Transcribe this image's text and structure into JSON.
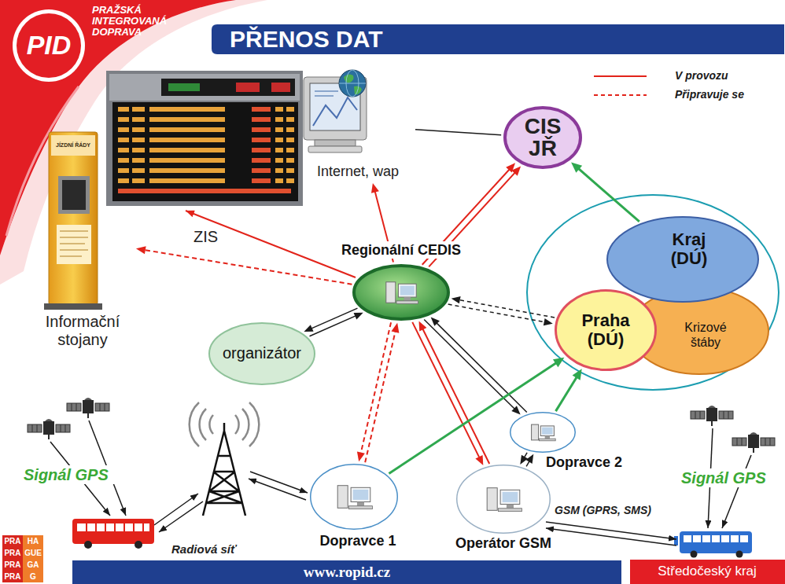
{
  "diagram": {
    "title": "PŘENOS DAT",
    "nodes": [
      {
        "text": [
          "Internet, wap"
        ]
      },
      {
        "text": [
          "CIS JŘ"
        ]
      },
      {
        "text": [
          "Regionální CEDIS"
        ]
      },
      {
        "text": [
          "Kraj (DÚ)"
        ]
      },
      {
        "text": [
          "Praha (DÚ)"
        ]
      },
      {
        "text": [
          "Krizové štáby"
        ]
      },
      {
        "text": [
          "Informační stojany"
        ]
      },
      {
        "text": [
          "organizátor"
        ]
      },
      {
        "text": [
          "Dopravce 2"
        ]
      },
      {
        "text": [
          "Dopravce 1"
        ]
      },
      {
        "text": [
          "Operátor GSM"
        ]
      }
    ],
    "edges": [
      {
        "from": 0,
        "to": 1,
        "arrow": "none"
      },
      {
        "from": 2,
        "to": 0,
        "arrow": "to"
      },
      {
        "from": 2,
        "to": 1,
        "arrow": "to"
      },
      {
        "from": 2,
        "to": 1,
        "arrow": "to"
      },
      {
        "from": 2,
        "to": 6,
        "arrow": "to"
      },
      {
        "from": 2,
        "to": 7,
        "arrow": "to"
      },
      {
        "from": 7,
        "to": 2,
        "arrow": "to"
      },
      {
        "from": 2,
        "to": 4,
        "arrow": "to"
      },
      {
        "from": 4,
        "to": 2,
        "arrow": "to"
      },
      {
        "from": 3,
        "to": 1,
        "arrow": "to"
      },
      {
        "from": 2,
        "to": 9,
        "arrow": "to"
      },
      {
        "from": 9,
        "to": 2,
        "arrow": "to"
      },
      {
        "from": 2,
        "to": 10,
        "arrow": "to"
      },
      {
        "from": 10,
        "to": 2,
        "arrow": "to"
      },
      {
        "from": 2,
        "to": 8,
        "arrow": "to"
      },
      {
        "from": 8,
        "to": 2,
        "arrow": "to"
      },
      {
        "from": 9,
        "to": 4,
        "arrow": "to"
      },
      {
        "from": 8,
        "to": 4,
        "arrow": "to"
      },
      {
        "from": 10,
        "to": 8,
        "arrow": "to"
      },
      {
        "from": 8,
        "to": 10,
        "arrow": "to"
      }
    ],
    "labels": [
      "PRAŽSKÁ INTEGROVANÁ DOPRAVA",
      "PID",
      "JÍZDNÍ ŘÁDY",
      "ZIS",
      "Signál GPS",
      "Radiová síť",
      "GSM (GPRS, SMS)",
      "Signál GPS",
      "www.ropid.cz",
      "PRA",
      "HA",
      "PRA",
      "GUE",
      "PRA",
      "GA",
      "PRA",
      "G",
      "Středočeský kraj"
    ],
    "legend": [
      {
        "text": "V provozu"
      },
      {
        "text": "Připravuje se"
      }
    ]
  }
}
